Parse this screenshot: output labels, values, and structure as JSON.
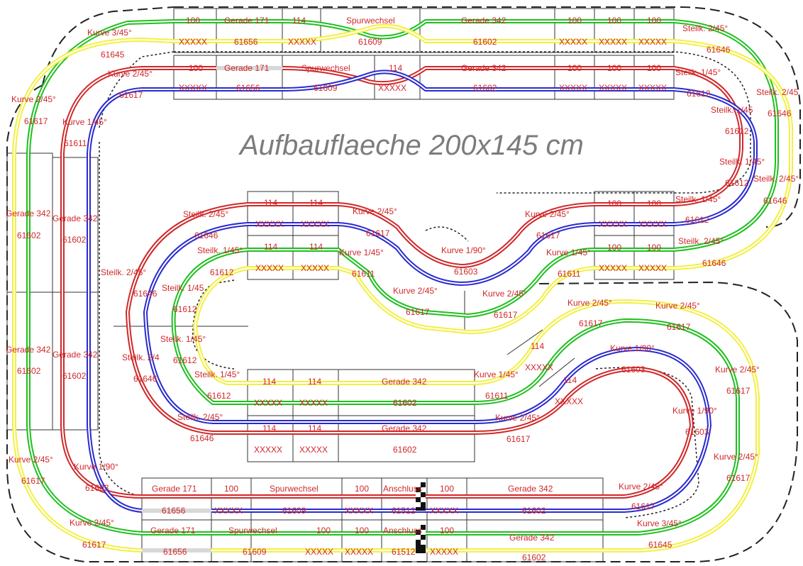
{
  "title": "Aufbauflaeche 200x145 cm",
  "colors": {
    "green": "#1fc01f",
    "yellow": "#f3f040",
    "red": "#d0282a",
    "blue": "#2a2ad0",
    "grey": "#d8d8d8",
    "label": "#d0282a",
    "title": "#7c7c7c"
  },
  "labels": {
    "l1": "100",
    "l2": "Gerade 171",
    "l3": "114",
    "l4": "Spurwechsel",
    "l5": "Gerade 342",
    "l6": "100",
    "l7": "100",
    "l8": "100",
    "l9": "XXXXX",
    "l10": "61656",
    "l11": "XXXXX",
    "l12": "61609",
    "l13": "61602",
    "l14": "XXXXX",
    "l15": "XXXXX",
    "l16": "XXXXX",
    "l17": "Kurve 3/45°",
    "l18": "61645",
    "l19": "Steilk. 2/45°",
    "l20": "61646",
    "l21": "Kurve 2/45°",
    "l22": "61617",
    "l23": "100",
    "l24": "Gerade 171",
    "l25": "Spurwechsel",
    "l26": "114",
    "l27": "Gerade 342",
    "l28": "100",
    "l29": "100",
    "l30": "100",
    "l31": "Steilk. 1/45°",
    "l32": "XXXXX",
    "l33": "61656",
    "l34": "61609",
    "l35": "XXXXX",
    "l36": "61602",
    "l37": "XXXXX",
    "l38": "XXXXX",
    "l39": "XXXXX",
    "l40": "61612",
    "l41": "Kurve 2/45°",
    "l42": "61617",
    "l43": "Kurve 1/45°",
    "l44": "61611",
    "l45": "Steilk. 2/45",
    "l46": "61646",
    "l47": "Steilk. 1/45",
    "l48": "61612",
    "l49": "Steilk. 1/45°",
    "l50": "61612",
    "l51": "Steilk. 2/45°",
    "l52": "61646",
    "l53": "Gerade 342",
    "l54": "61602",
    "l55": "Gerade 342",
    "l56": "61602",
    "l57": "Gerade 342",
    "l58": "61602",
    "l59": "Gerade 342",
    "l60": "61602",
    "l61": "Steilk. 2/45°",
    "l62": "61646",
    "l63": "114",
    "l64": "114",
    "l65": "Kurve 2/45°",
    "l66": "XXXXX",
    "l67": "XXXXX",
    "l68": "61617",
    "l69": "Kurve 1/90°",
    "l70": "61603",
    "l71": "Kurve 2/45°",
    "l72": "61617",
    "l73": "100",
    "l74": "100",
    "l75": "Steilk. 1/45°",
    "l76": "XXXXX",
    "l77": "XXXXX",
    "l78": "61612",
    "l79": "Steilk. 1/45°",
    "l80": "61612",
    "l81": "114",
    "l82": "114",
    "l83": "Kurve 1/45°",
    "l84": "61611",
    "l85": "Kurve 1/45°",
    "l86": "61611",
    "l87": "100",
    "l88": "100",
    "l89": "Steilk. 2/45°",
    "l90": "XXXXX",
    "l91": "XXXXX",
    "l92": "XXXXX",
    "l93": "XXXXX",
    "l94": "61646",
    "l95": "Steilk. 2/45°",
    "l96": "61646",
    "l97": "Steilk. 1/45",
    "l98": "61612",
    "l99": "Kurve 2/45°",
    "l100": "61617",
    "l101": "Kurve 2/45°",
    "l102": "61617",
    "l103": "Kurve 2/45°",
    "l104": "Kurve 2/45°",
    "l105": "61617",
    "l106": "61617",
    "l107": "Steilk. 1/45°",
    "l108": "61612",
    "l109": "114",
    "l110": "XXXXX",
    "l111": "Kurve 1/90°",
    "l112": "61603",
    "l113": "Kurve 2/45°",
    "l114": "61617",
    "l115": "Steilk. 2/4",
    "l116": "61646",
    "l117": "Steilk. 1/45°",
    "l118": "61612",
    "l119": "114",
    "l120": "114",
    "l121": "Gerade 342",
    "l122": "Kurve 1/45°",
    "l123": "XXXXX",
    "l124": "XXXXX",
    "l125": "61602",
    "l126": "61611",
    "l127": "114",
    "l128": "XXXXX",
    "l129": "Kurve 1/90°",
    "l130": "61603",
    "l131": "Steilk. 2/45°",
    "l132": "61646",
    "l133": "114",
    "l134": "114",
    "l135": "Gerade 342",
    "l136": "Kurve 2/45°",
    "l137": "XXXXX",
    "l138": "XXXXX",
    "l139": "61602",
    "l140": "61617",
    "l141": "Kurve 2/45°",
    "l142": "61617",
    "l143": "Kurve 1/90°",
    "l144": "61603",
    "l145": "Gerade 171",
    "l146": "100",
    "l147": "Spurwechsel",
    "l148": "100",
    "l149": "Anschluss",
    "l150": "100",
    "l151": "Gerade 342",
    "l152": "Kurve 2/45°",
    "l153": "61656",
    "l154": "XXXXX",
    "l155": "61609",
    "l156": "XXXXX",
    "l157": "61512",
    "l158": "XXXXX",
    "l159": "61602",
    "l160": "61617",
    "l161": "Kurve 2/45°",
    "l162": "61617",
    "l163": "Gerade 171",
    "l164": "Spurwechsel",
    "l165": "100",
    "l166": "100",
    "l167": "Anschluss",
    "l168": "100",
    "l169": "Gerade 342",
    "l170": "Kurve 3/45°",
    "l171": "61656",
    "l172": "61609",
    "l173": "XXXXX",
    "l174": "XXXXX",
    "l175": "61512",
    "l176": "XXXXX",
    "l177": "61602",
    "l178": "61645"
  }
}
